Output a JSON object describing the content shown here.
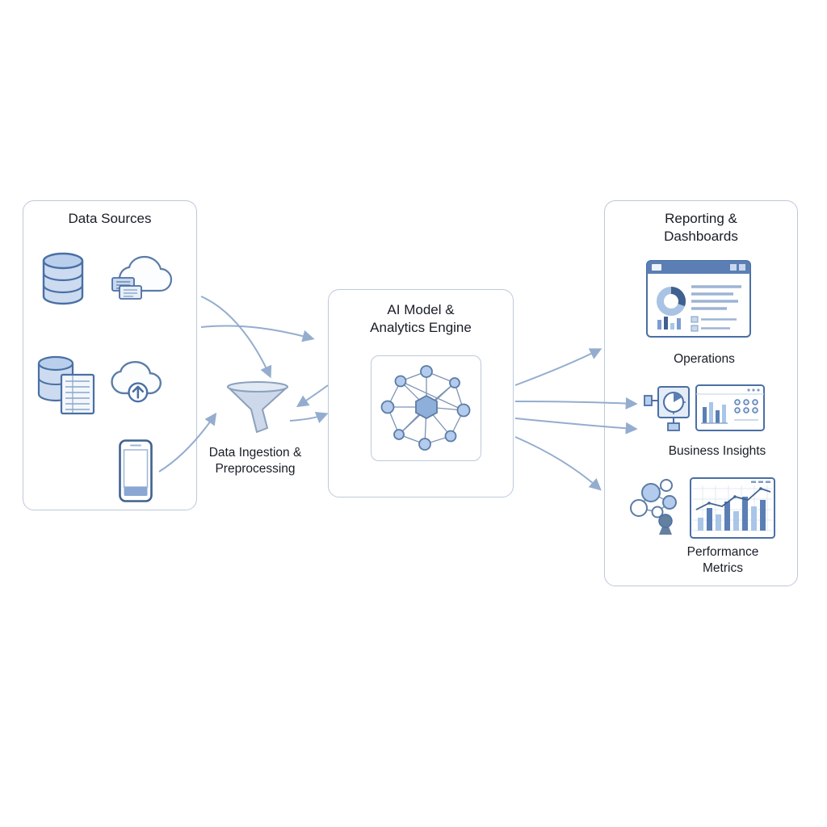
{
  "palette": {
    "accent_stroke": "#4a6fa5",
    "accent_fill_light": "#ccdbf0",
    "accent_fill_medium": "#a9c5e8",
    "accent_fill_dark": "#5b7fb5",
    "arrow_color": "#94adcf",
    "panel_border": "#bcc9db",
    "text_color": "#181d26"
  },
  "panels": {
    "data_sources": {
      "title": "Data Sources",
      "icons": [
        "database-icon",
        "cloud-data-icon",
        "database-server-icon",
        "cloud-upload-icon",
        "smartphone-icon"
      ]
    },
    "engine": {
      "title": "AI Model & Analytics Engine",
      "icon": "neural-network-icon"
    },
    "reporting": {
      "title": "Reporting & Dashboards",
      "items": [
        {
          "label": "Operations",
          "icon": "dashboard-icon"
        },
        {
          "label": "Business Insights",
          "icons": [
            "machine-gauge-icon",
            "chart-window-icon"
          ]
        },
        {
          "label": "Performance Metrics",
          "icons": [
            "bubble-network-icon",
            "bar-chart-window-icon"
          ]
        }
      ]
    }
  },
  "ingestion": {
    "label": "Data Ingestion & Preprocessing",
    "icon": "funnel-icon"
  },
  "flows": [
    {
      "from": "data-sources",
      "to": "ai-engine"
    },
    {
      "from": "data-sources",
      "to": "ingestion-funnel"
    },
    {
      "from": "smartphone",
      "to": "ingestion-funnel"
    },
    {
      "from": "ai-engine",
      "to": "ingestion-funnel"
    },
    {
      "from": "ingestion-funnel",
      "to": "ai-engine"
    },
    {
      "from": "ai-engine",
      "to": "reporting-operations"
    },
    {
      "from": "ai-engine",
      "to": "reporting-business-insights"
    },
    {
      "from": "ai-engine",
      "to": "reporting-business-insights"
    },
    {
      "from": "ai-engine",
      "to": "reporting-performance-metrics"
    }
  ]
}
